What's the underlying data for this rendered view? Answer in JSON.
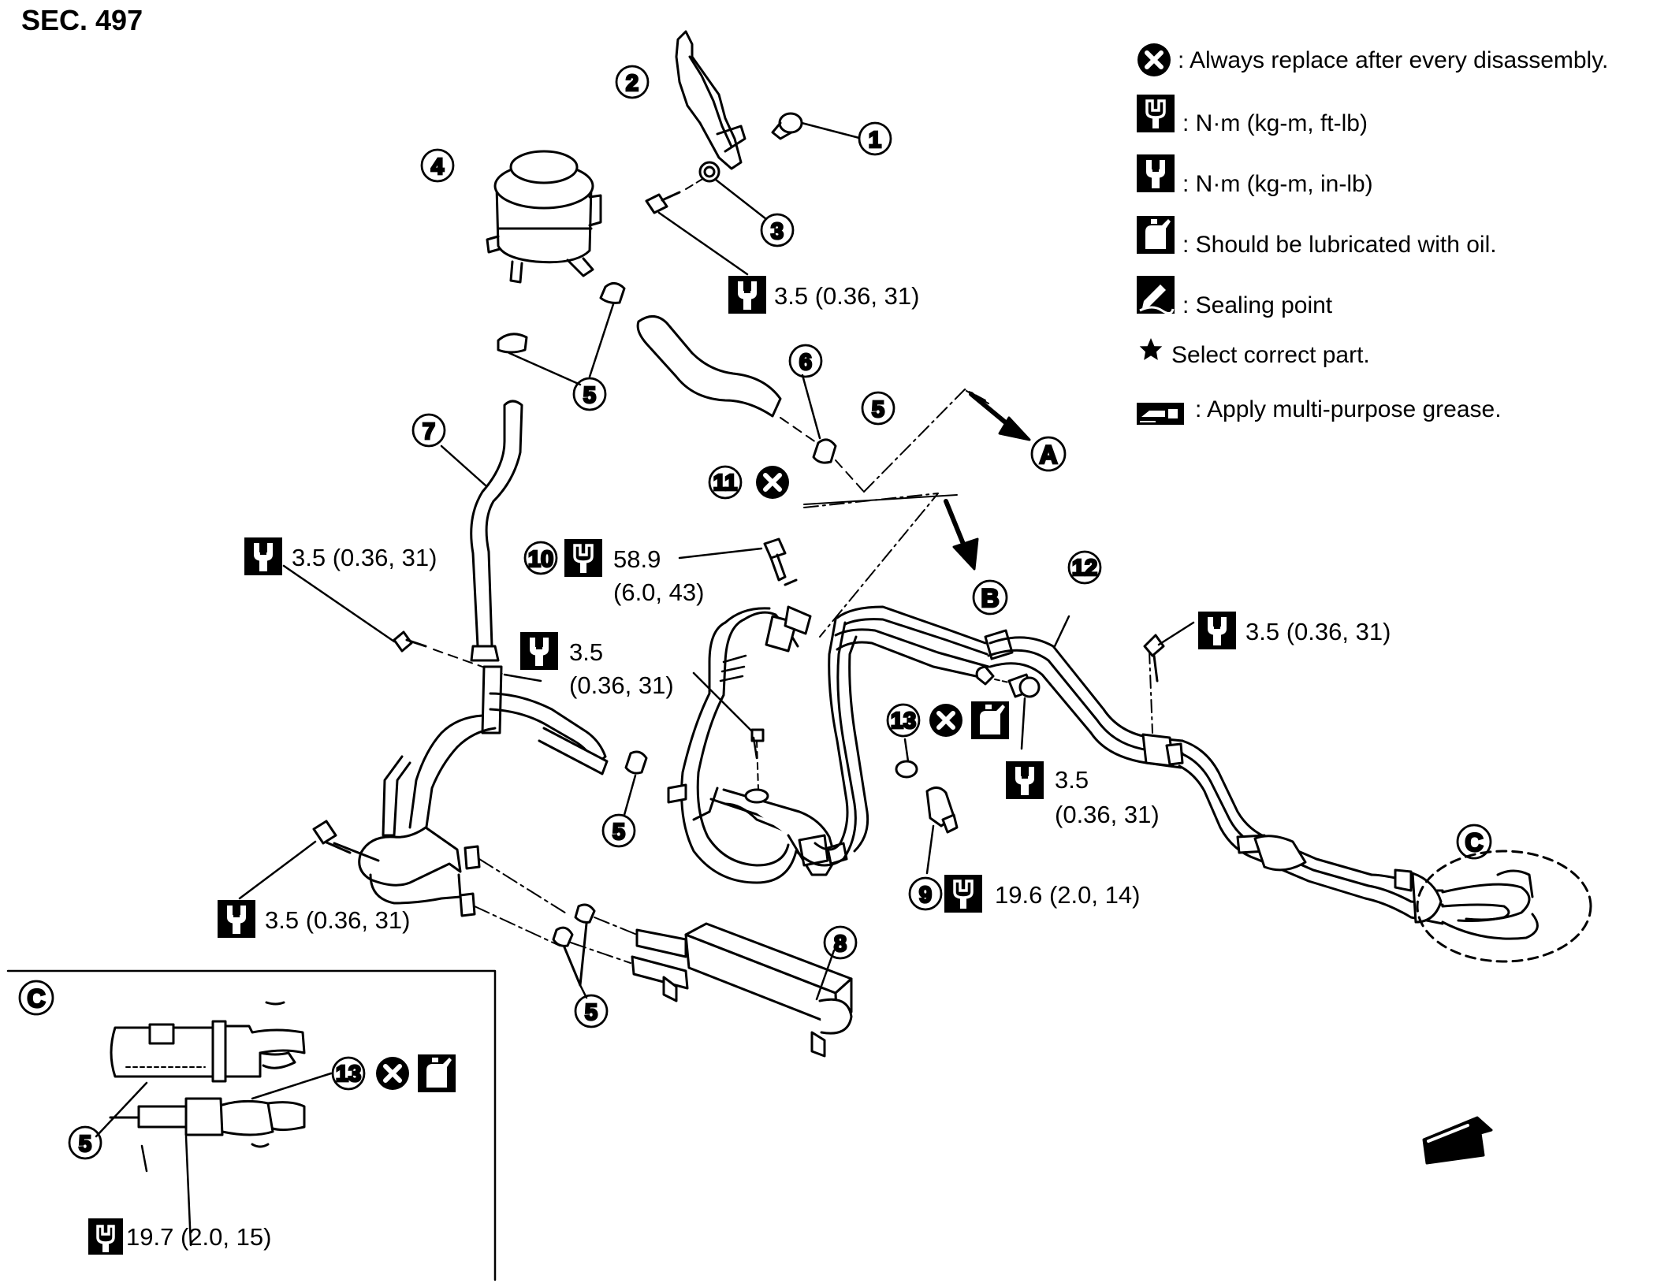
{
  "section": "SEC. 497",
  "legend": [
    {
      "icon": "x-circle-icon",
      "text": ": Always replace after every disassembly."
    },
    {
      "icon": "wrench-open-icon",
      "text": ": N·m (kg-m, ft-lb)"
    },
    {
      "icon": "wrench-filled-icon",
      "text": ": N·m (kg-m, in-lb)"
    },
    {
      "icon": "oil-can-icon",
      "text": ": Should be lubricated with oil."
    },
    {
      "icon": "sealing-icon",
      "text": ": Sealing point"
    },
    {
      "icon": "star-icon",
      "text": "Select correct part."
    },
    {
      "icon": "grease-gun-icon",
      "text": ": Apply multi-purpose grease."
    }
  ],
  "callouts": [
    "1",
    "2",
    "3",
    "4",
    "5",
    "6",
    "7",
    "8",
    "9",
    "10",
    "11",
    "12",
    "13"
  ],
  "letters": [
    "A",
    "B",
    "C"
  ],
  "torques": {
    "t1": "3.5 (0.36, 31)",
    "t2": "3.5 (0.36, 31)",
    "t3a": "3.5",
    "t3b": "(0.36, 31)",
    "t4": "3.5 (0.36, 31)",
    "t5a": "58.9",
    "t5b": "(6.0, 43)",
    "t6": "3.5 (0.36, 31)",
    "t7a": "3.5",
    "t7b": "(0.36, 31)",
    "t8": "19.6 (2.0, 14)",
    "t9": "19.7 (2.0, 15)"
  },
  "colors": {
    "ink": "#000000",
    "paper": "#ffffff"
  }
}
